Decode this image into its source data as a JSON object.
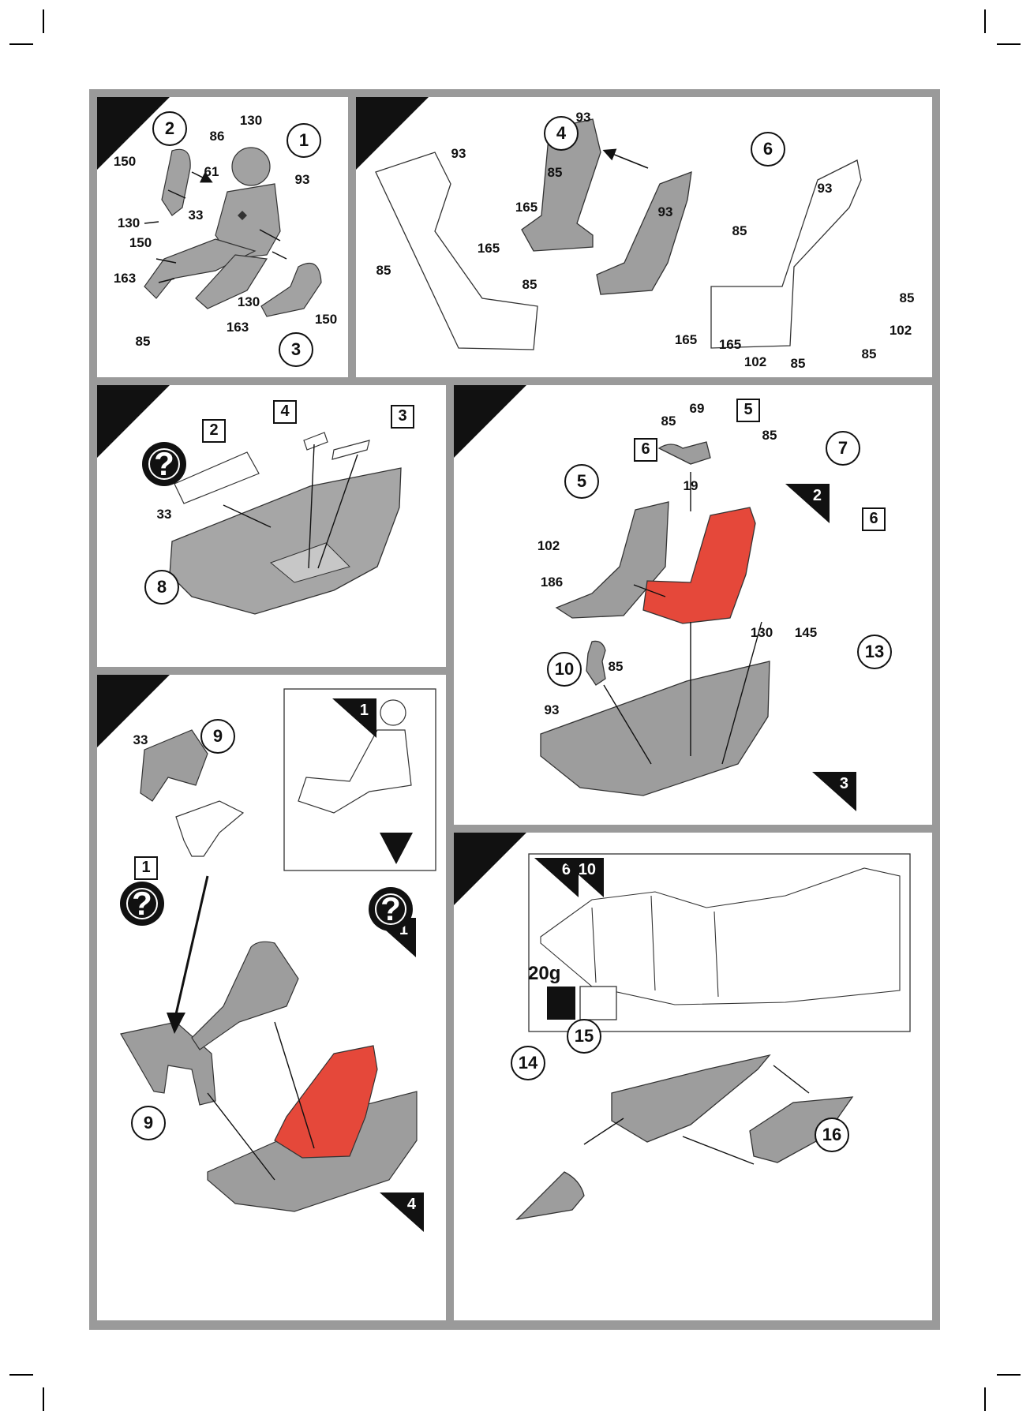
{
  "panels": {
    "p1": {
      "callouts": [
        "2",
        "1",
        "3"
      ],
      "parts": [
        "130",
        "86",
        "61",
        "93",
        "150",
        "130",
        "33",
        "150",
        "163",
        "130",
        "150",
        "85",
        "163"
      ]
    },
    "p2": {
      "callouts": [
        "4",
        "6"
      ],
      "parts": [
        "93",
        "93",
        "85",
        "165",
        "93",
        "85",
        "93",
        "165",
        "85",
        "85",
        "85",
        "102",
        "165",
        "165",
        "102",
        "85",
        "85"
      ]
    },
    "p3": {
      "boxes": [
        "2",
        "4",
        "3"
      ],
      "callouts": [
        "8"
      ],
      "parts": [
        "33"
      ]
    },
    "p4": {
      "boxes": [
        "6",
        "5",
        "6",
        "13"
      ],
      "callouts": [
        "7",
        "5",
        "10",
        "13"
      ],
      "steps": [
        "2",
        "3"
      ],
      "parts": [
        "85",
        "69",
        "85",
        "19",
        "102",
        "186",
        "130",
        "145",
        "85",
        "93"
      ]
    },
    "p5": {
      "boxes": [
        "1"
      ],
      "callouts": [
        "9",
        "9"
      ],
      "steps": [
        "1",
        "1",
        "4"
      ],
      "parts": [
        "33"
      ]
    },
    "p6": {
      "steps": [
        "6",
        "10"
      ],
      "weight": "20g",
      "callouts": [
        "15",
        "14",
        "16"
      ]
    }
  },
  "colors": {
    "frame": "#9a9a9a",
    "seat_red": "#e5483a",
    "part_grey": "#9d9d9d",
    "ink": "#111111"
  },
  "icons": {
    "help": "question-mark-icon",
    "weight": "nose-weight-icon"
  }
}
